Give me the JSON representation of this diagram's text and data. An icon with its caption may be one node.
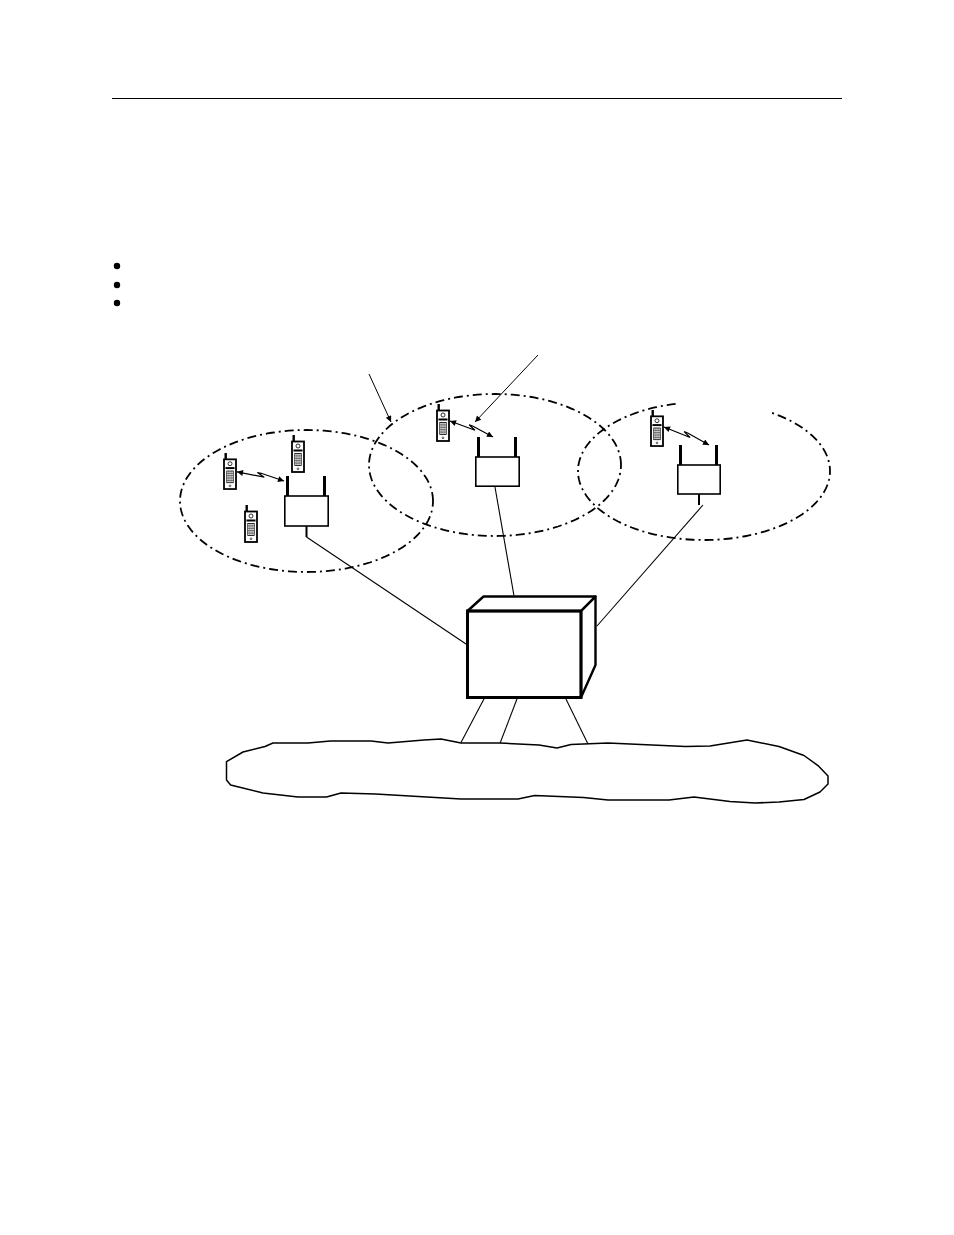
{
  "diagram": {
    "nodes": [
      {
        "text": [],
        "shape": "ellipse"
      },
      {
        "text": [],
        "shape": "picture",
        "in": 0
      },
      {
        "text": [],
        "shape": "picture",
        "in": 0
      },
      {
        "text": [],
        "shape": "picture",
        "in": 0
      },
      {
        "text": [],
        "shape": "box",
        "in": 0
      },
      {
        "text": [],
        "shape": "ellipse"
      },
      {
        "text": [],
        "shape": "picture",
        "in": 5
      },
      {
        "text": [],
        "shape": "box",
        "in": 5
      },
      {
        "text": [],
        "shape": "ellipse"
      },
      {
        "text": [],
        "shape": "picture",
        "in": 8
      },
      {
        "text": [],
        "shape": "box",
        "in": 8
      },
      {
        "text": [],
        "shape": "box"
      },
      {
        "text": [],
        "shape": "cloud"
      }
    ],
    "edges": [
      {
        "from": 1,
        "to": 4,
        "arrow": "both"
      },
      {
        "from": 6,
        "to": 7,
        "arrow": "both"
      },
      {
        "from": 9,
        "to": 10,
        "arrow": "both"
      },
      {
        "from": 4,
        "to": 11,
        "arrow": "none"
      },
      {
        "from": 7,
        "to": 11,
        "arrow": "none"
      },
      {
        "from": 10,
        "to": 11,
        "arrow": "none"
      },
      {
        "from": 11,
        "to": 12,
        "arrow": "none"
      },
      {
        "from": 11,
        "to": 12,
        "arrow": "none"
      },
      {
        "from": 11,
        "to": 12,
        "arrow": "none"
      },
      {
        "from": null,
        "to": 5,
        "arrow": "to"
      },
      {
        "from": null,
        "to": 5,
        "arrow": "to"
      }
    ]
  }
}
